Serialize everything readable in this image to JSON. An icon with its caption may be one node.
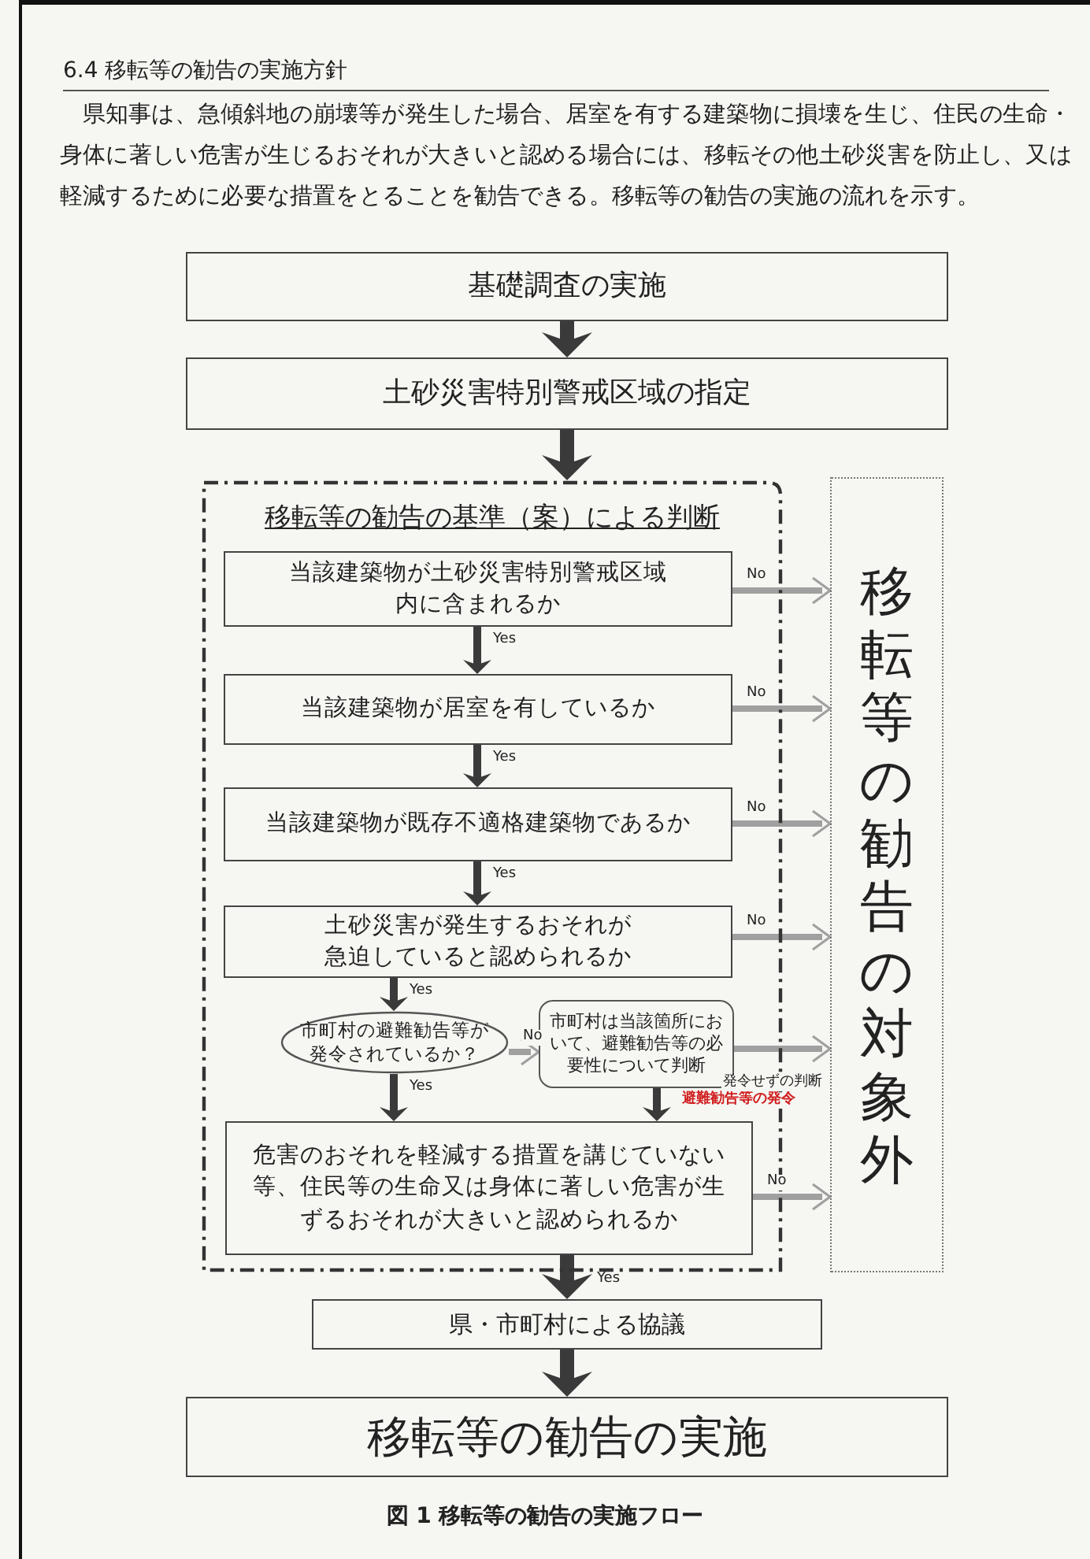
{
  "diagram": {
    "title": "6.4 移転等の勧告の実施方針",
    "caption": "図 1 移転等の勧告の実施フロー",
    "nodes": [
      {
        "text": [
          "基礎調査の実施"
        ]
      },
      {
        "text": [
          "土砂災害特別警戒区域の指定"
        ]
      },
      {
        "text": [
          "移転等の勧告の基準（案）による判断"
        ]
      },
      {
        "text": [
          "当該建築物が土砂災害特別警戒区域内に含まれるか"
        ],
        "in": 2
      },
      {
        "text": [
          "当該建築物が居室を有しているか"
        ],
        "in": 2
      },
      {
        "text": [
          "当該建築物が既存不適格建築物であるか"
        ],
        "in": 2
      },
      {
        "text": [
          "土砂災害が発生するおそれが急迫していると認められるか"
        ],
        "in": 2
      },
      {
        "text": [
          "市町村の避難勧告等が発令されているか？"
        ],
        "in": 2
      },
      {
        "text": [
          "市町村は当該箇所において、避難勧告等の必要性について判断"
        ],
        "in": 2
      },
      {
        "text": [
          "危害のおそれを軽減する措置を講じていない等、住民等の生命又は身体に著しい危害が生ずるおそれが大きいと認められるか"
        ],
        "in": 2
      },
      {
        "text": [
          "移転等の勧告の対象外"
        ]
      },
      {
        "text": [
          "県・市町村による協議"
        ]
      },
      {
        "text": [
          "移転等の勧告の実施"
        ]
      }
    ],
    "edges": [
      {
        "from": 0,
        "to": 1,
        "arrow": "to",
        "style": "thick"
      },
      {
        "from": 1,
        "to": 2,
        "arrow": "to",
        "style": "thick"
      },
      {
        "from": 3,
        "to": 4,
        "arrow": "to",
        "label": "Yes"
      },
      {
        "from": 4,
        "to": 5,
        "arrow": "to",
        "label": "Yes"
      },
      {
        "from": 5,
        "to": 6,
        "arrow": "to",
        "label": "Yes"
      },
      {
        "from": 6,
        "to": 7,
        "arrow": "to",
        "label": "Yes"
      },
      {
        "from": 7,
        "to": 8,
        "arrow": "to",
        "label": "No",
        "color": "#a0a0a0"
      },
      {
        "from": 7,
        "to": 9,
        "arrow": "to",
        "label": "Yes"
      },
      {
        "from": 8,
        "to": 9,
        "arrow": "to",
        "label": "避難勧告等の発令"
      },
      {
        "from": 8,
        "to": 10,
        "arrow": "to",
        "label": "発令せずの判断",
        "color": "#a0a0a0"
      },
      {
        "from": 3,
        "to": 10,
        "arrow": "to",
        "label": "No",
        "color": "#a0a0a0"
      },
      {
        "from": 4,
        "to": 10,
        "arrow": "to",
        "label": "No",
        "color": "#a0a0a0"
      },
      {
        "from": 5,
        "to": 10,
        "arrow": "to",
        "label": "No",
        "color": "#a0a0a0"
      },
      {
        "from": 6,
        "to": 10,
        "arrow": "to",
        "label": "No",
        "color": "#a0a0a0"
      },
      {
        "from": 9,
        "to": 10,
        "arrow": "to",
        "label": "No",
        "color": "#a0a0a0"
      },
      {
        "from": 9,
        "to": 11,
        "arrow": "to",
        "label": "Yes",
        "style": "thick"
      },
      {
        "from": 11,
        "to": 12,
        "arrow": "to",
        "style": "thick"
      }
    ],
    "labels": [
      "県知事は、急傾斜地の崩壊等が発生した場合、居室を有する建築物に損壊を生じ、住民の生命・身体に著しい危害が生じるおそれが大きいと認める場合には、移転その他土砂災害を防止し、又は軽減するために必要な措置をとることを勧告できる。移転等の勧告の実施の流れを示す。"
    ]
  }
}
